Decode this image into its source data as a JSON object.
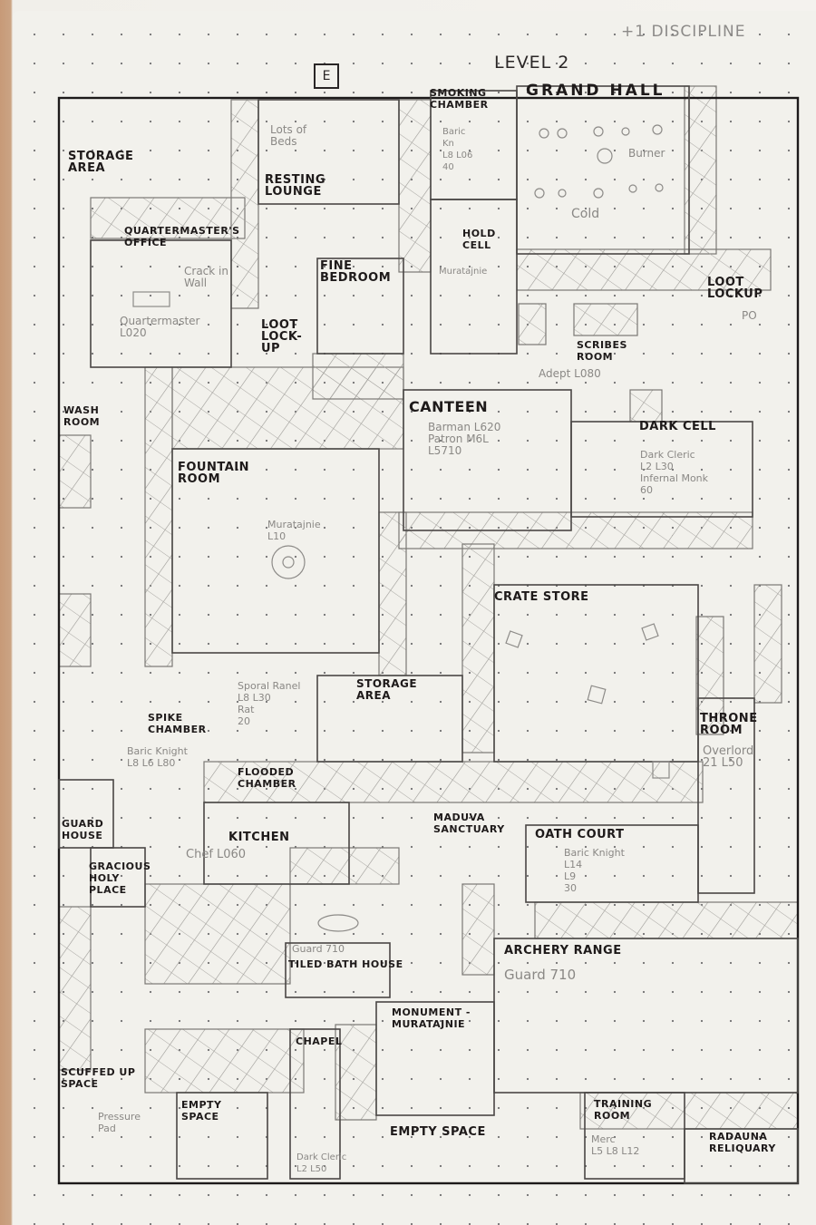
{
  "header": {
    "title": "LEVEL 2",
    "corner_note": "+1 DISCIPLINE",
    "entrance_marker": "E"
  },
  "rooms": [
    {
      "id": "storage-area-1",
      "label": "Storage Area"
    },
    {
      "id": "resting-lounge",
      "label": "Resting Lounge"
    },
    {
      "id": "quartermasters-office",
      "label": "Quartermaster's Office"
    },
    {
      "id": "fine-bedroom",
      "label": "Fine Bedroom"
    },
    {
      "id": "loot-lockup-1",
      "label": "Loot Lock-up"
    },
    {
      "id": "smoking-chamber",
      "label": "Smoking Chamber"
    },
    {
      "id": "grand-hall",
      "label": "Grand Hall"
    },
    {
      "id": "hold-cell",
      "label": "Hold Cell"
    },
    {
      "id": "scribes-room",
      "label": "Scribes Room"
    },
    {
      "id": "loot-lockup-2",
      "label": "Loot Lockup"
    },
    {
      "id": "wash-room",
      "label": "Wash Room"
    },
    {
      "id": "canteen",
      "label": "Canteen"
    },
    {
      "id": "dark-cell",
      "label": "Dark Cell"
    },
    {
      "id": "fountain-room",
      "label": "Fountain Room"
    },
    {
      "id": "crate-store",
      "label": "Crate Store"
    },
    {
      "id": "storage-area-2",
      "label": "Storage Area"
    },
    {
      "id": "spike-chamber",
      "label": "Spike Chamber"
    },
    {
      "id": "flooded-chamber",
      "label": "Flooded Chamber"
    },
    {
      "id": "throne-room",
      "label": "Throne Room"
    },
    {
      "id": "guard-house",
      "label": "Guard House"
    },
    {
      "id": "kitchen",
      "label": "Kitchen"
    },
    {
      "id": "maduva-sanctuary",
      "label": "Maduva Sanctuary"
    },
    {
      "id": "oath-court",
      "label": "Oath Court"
    },
    {
      "id": "gracious-holy-place",
      "label": "Gracious Holy Place"
    },
    {
      "id": "tiled-bath-house",
      "label": "Tiled Bath House"
    },
    {
      "id": "archery-range",
      "label": "Archery Range"
    },
    {
      "id": "monument",
      "label": "Monument - Muratajnie"
    },
    {
      "id": "chapel",
      "label": "Chapel"
    },
    {
      "id": "scuffed-up-space",
      "label": "Scuffed Up Space"
    },
    {
      "id": "empty-space-1",
      "label": "Empty Space"
    },
    {
      "id": "empty-space-2",
      "label": "Empty Space"
    },
    {
      "id": "training-room",
      "label": "Training Room"
    },
    {
      "id": "radauna-reliquary",
      "label": "Radauna Reliquary"
    }
  ],
  "notes": [
    {
      "id": "lots-of-beds",
      "text": "Lots of Beds"
    },
    {
      "id": "crack-in-wall",
      "text": "Crack in Wall"
    },
    {
      "id": "quartermaster",
      "text": "Quartermaster\nL020"
    },
    {
      "id": "smoking-occupant",
      "text": "Baric\nKn\nL8 L06\n40"
    },
    {
      "id": "burner",
      "text": "Burner"
    },
    {
      "id": "cold",
      "text": "Cold"
    },
    {
      "id": "muratajnie-1",
      "text": "Muratajnie"
    },
    {
      "id": "adept",
      "text": "Adept L080"
    },
    {
      "id": "loot-po",
      "text": "PO"
    },
    {
      "id": "canteen-occupants",
      "text": "Barman L620\nPatron M6L\nL5710"
    },
    {
      "id": "dark-cell-occupants",
      "text": "Dark Cleric\nL2 L30\nInfernal Monk\n60"
    },
    {
      "id": "muratajnie-2",
      "text": "Muratajnie\nL10"
    },
    {
      "id": "sporal-ranel",
      "text": "Sporal Ranel\nL8 L30\nRat\n20"
    },
    {
      "id": "baric-knight-1",
      "text": "Baric Knight\nL8 L6 L80"
    },
    {
      "id": "chef",
      "text": "Chef L060"
    },
    {
      "id": "overlord",
      "text": "Overlord\n21 L50"
    },
    {
      "id": "baric-knight-2",
      "text": "Baric Knight\nL14\nL9\n30"
    },
    {
      "id": "guard-bath",
      "text": "Guard 710"
    },
    {
      "id": "guard-archery",
      "text": "Guard 710"
    },
    {
      "id": "pressure-pad",
      "text": "Pressure Pad"
    },
    {
      "id": "dark-cleric-2",
      "text": "Dark Cleric\nL2 L50"
    },
    {
      "id": "merc",
      "text": "Merc\nL5 L8 L12"
    }
  ]
}
